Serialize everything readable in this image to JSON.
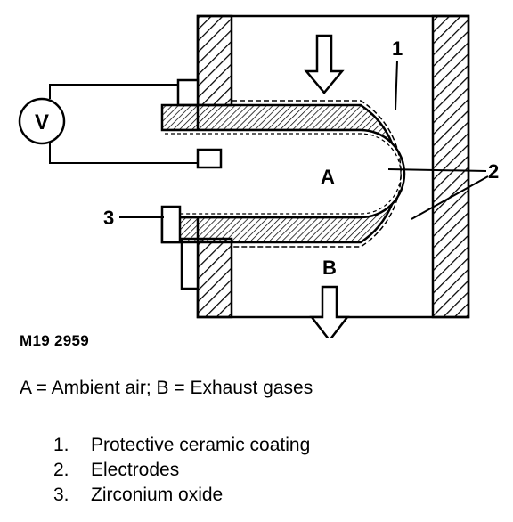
{
  "diagram": {
    "figure_id": "M19 2959",
    "labels": {
      "voltmeter": "V",
      "region_a": "A",
      "region_b": "B",
      "callout_1": "1",
      "callout_2": "2",
      "callout_3": "3"
    }
  },
  "caption": "A = Ambient air; B = Exhaust gases",
  "legend": [
    {
      "number": "1.",
      "text": "Protective ceramic coating"
    },
    {
      "number": "2.",
      "text": "Electrodes"
    },
    {
      "number": "3.",
      "text": "Zirconium oxide"
    }
  ]
}
